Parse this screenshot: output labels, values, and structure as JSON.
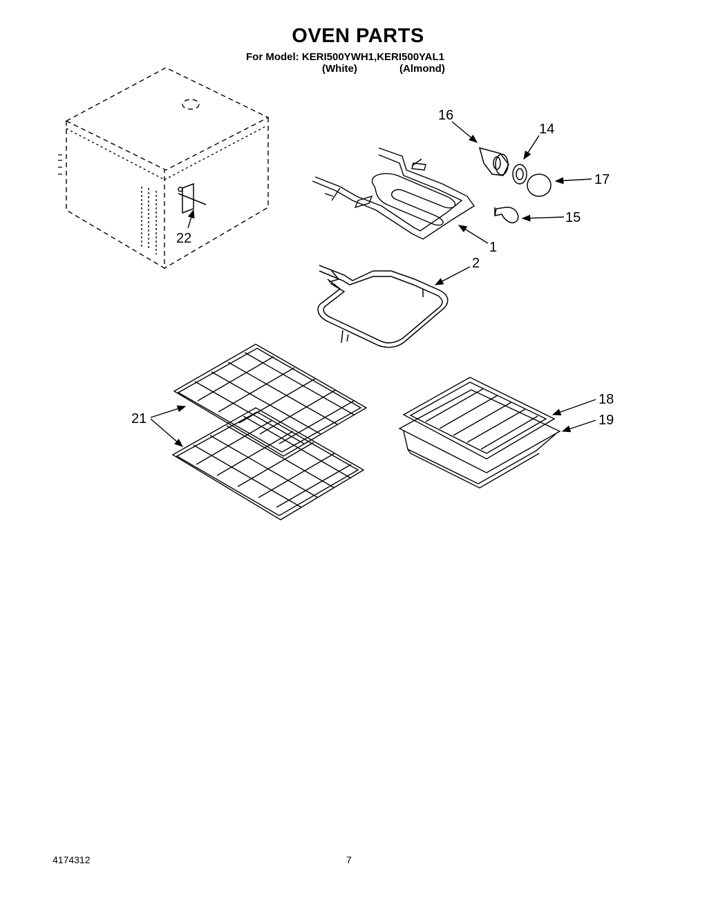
{
  "header": {
    "title": "OVEN PARTS",
    "model_line": "For Model: KERI500YWH1,KERI500YAL1",
    "variant_white": "(White)",
    "variant_almond": "(Almond)"
  },
  "callouts": {
    "c1": "1",
    "c2": "2",
    "c14": "14",
    "c15": "15",
    "c16": "16",
    "c17": "17",
    "c18": "18",
    "c19": "19",
    "c21": "21",
    "c22": "22"
  },
  "footer": {
    "doc_number": "4174312",
    "page_number": "7"
  }
}
